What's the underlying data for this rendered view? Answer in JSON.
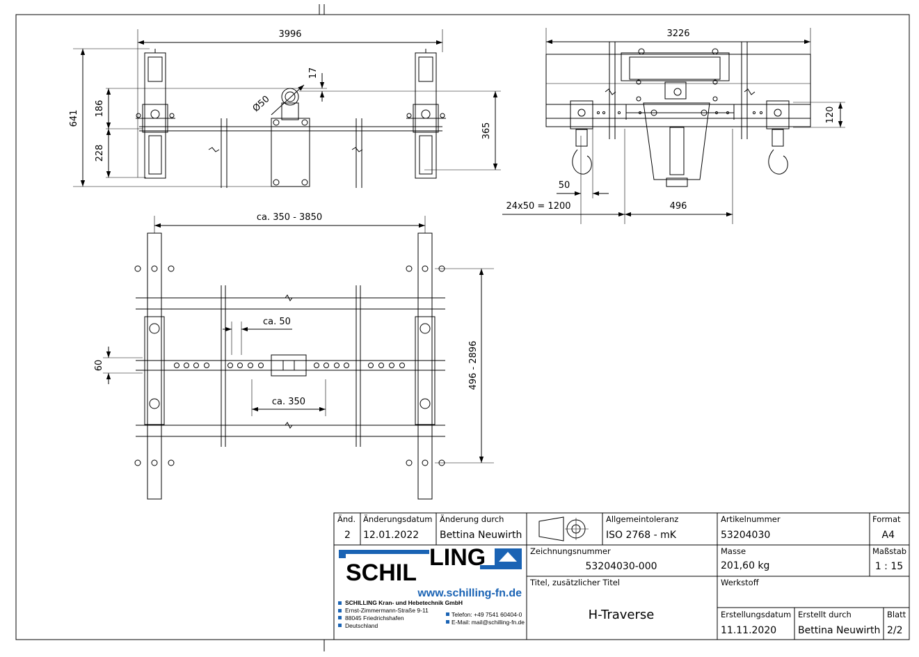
{
  "dimensions": {
    "front_width": "3996",
    "front_height": "641",
    "front_upper": "186",
    "front_lower": "228",
    "eye_diameter": "Ø50",
    "eye_offset": "17",
    "side_width": "3226",
    "side_hook_height": "365",
    "side_offset": "120",
    "side_pitch": "50",
    "side_hole_span": "24x50 = 1200",
    "side_center": "496",
    "top_span": "ca. 350 - 3850",
    "top_pitch": "ca. 50",
    "top_trolley": "ca. 350",
    "top_width": "60",
    "top_range": "496 - 2896"
  },
  "title_block": {
    "rev_label": "Änd.",
    "rev_value": "2",
    "change_date_label": "Änderungsdatum",
    "change_date_value": "12.01.2022",
    "change_by_label": "Änderung durch",
    "change_by_value": "Bettina Neuwirth",
    "tolerance_label": "Allgemeintoleranz",
    "tolerance_value": "ISO 2768 - mK",
    "article_label": "Artikelnummer",
    "article_value": "53204030",
    "format_label": "Format",
    "format_value": "A4",
    "drawing_no_label": "Zeichnungsnummer",
    "drawing_no_value": "53204030-000",
    "mass_label": "Masse",
    "mass_value": "201,60 kg",
    "scale_label": "Maßstab",
    "scale_value": "1 : 15",
    "title_label": "Titel, zusätzlicher Titel",
    "title_value": "H-Traverse",
    "material_label": "Werkstoff",
    "created_date_label": "Erstellungsdatum",
    "created_date_value": "11.11.2020",
    "created_by_label": "Erstellt durch",
    "created_by_value": "Bettina Neuwirth",
    "sheet_label": "Blatt",
    "sheet_value": "2/2"
  },
  "company": {
    "logo_left": "SCHIL",
    "logo_right": "LING",
    "website": "www.schilling-fn.de",
    "name": "SCHILLING Kran- und Hebetechnik GmbH",
    "street": "Ernst-Zimmermann-Straße 9-11",
    "city": "88045 Friedrichshafen",
    "country": "Deutschland",
    "phone": "Telefon: +49 7541 60404-0",
    "email": "E-Mail: mail@schilling-fn.de",
    "brand_color": "#1a63b4"
  }
}
